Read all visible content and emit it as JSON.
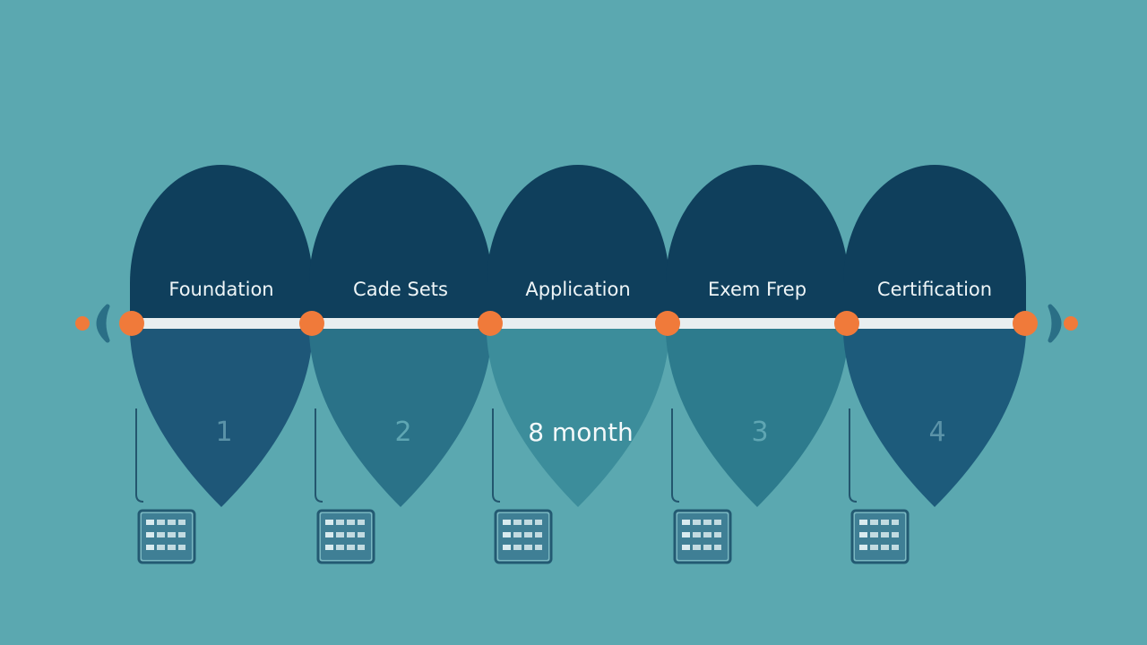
{
  "colors": {
    "background": "#5ba8b0",
    "pod_top": "#0f3f5c",
    "track": "#e8eef0",
    "node": "#f07a3a",
    "arrow": "#2a6f86"
  },
  "timeline": {
    "stages": [
      {
        "label": "Foundation",
        "number": "1",
        "bottom_color": "#1e5778",
        "number_color": "#5b93a8",
        "icon": "server-panel-icon"
      },
      {
        "label": "Cade Sets",
        "number": "2",
        "bottom_color": "#2a7288",
        "number_color": "#5fa6b3",
        "icon": "server-panel-icon"
      },
      {
        "label": "Application",
        "number": "8 month",
        "bottom_color": "#3c8d9b",
        "number_color": "#f4f9fa",
        "icon": "server-panel-icon"
      },
      {
        "label": "Exem Frep",
        "number": "3",
        "bottom_color": "#2d7b8d",
        "number_color": "#5fa6b3",
        "icon": "server-panel-icon"
      },
      {
        "label": "Certification",
        "number": "4",
        "bottom_color": "#1d5b7b",
        "number_color": "#5b93a8",
        "icon": "server-panel-icon"
      }
    ]
  }
}
